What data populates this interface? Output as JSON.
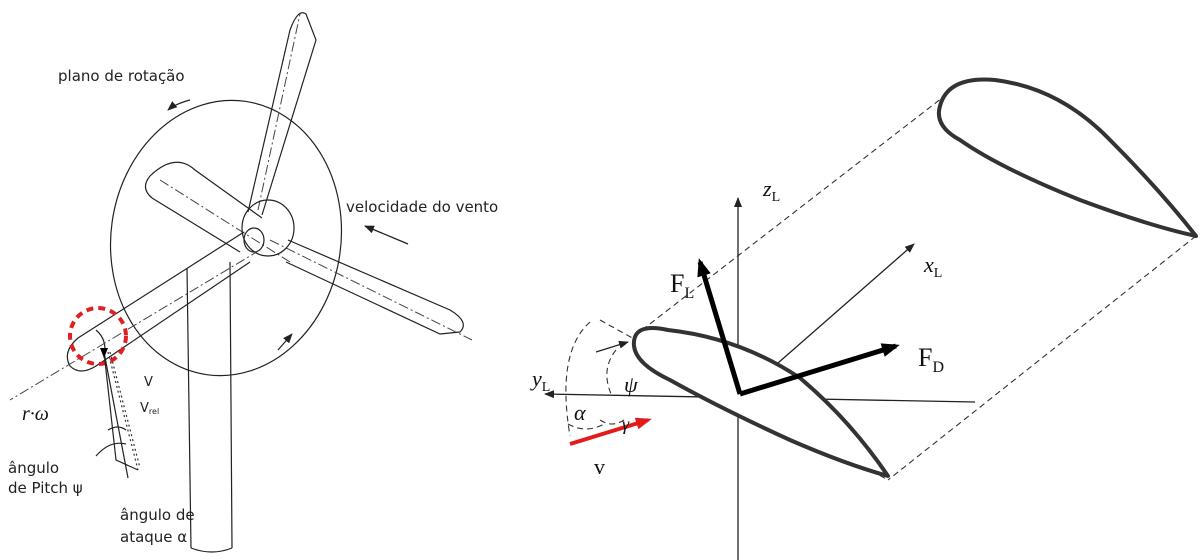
{
  "left_diagram": {
    "plane_label": "plano de rotação",
    "wind_label": "velocidade do vento",
    "v_label": "V",
    "vrel_label": "V",
    "vrel_sub": "rel",
    "r_omega_label": "r·ω",
    "pitch_label_line1": "ângulo",
    "pitch_label_line2": "de Pitch ψ",
    "attack_label_line1": "ângulo de",
    "attack_label_line2": "ataque  α"
  },
  "right_diagram": {
    "z_axis": "z",
    "z_sub": "L",
    "x_axis": "x",
    "x_sub": "L",
    "y_axis": "y",
    "y_sub": "L",
    "lift_force": "F",
    "lift_sub": "L",
    "drag_force": "F",
    "drag_sub": "D",
    "psi_label": "ψ",
    "alpha_label": "α",
    "gamma_label": "γ",
    "v_label": "v",
    "velocity_color": "#e31b1b",
    "force_color": "#000000"
  },
  "colors": {
    "highlight_circle": "#e02020"
  }
}
